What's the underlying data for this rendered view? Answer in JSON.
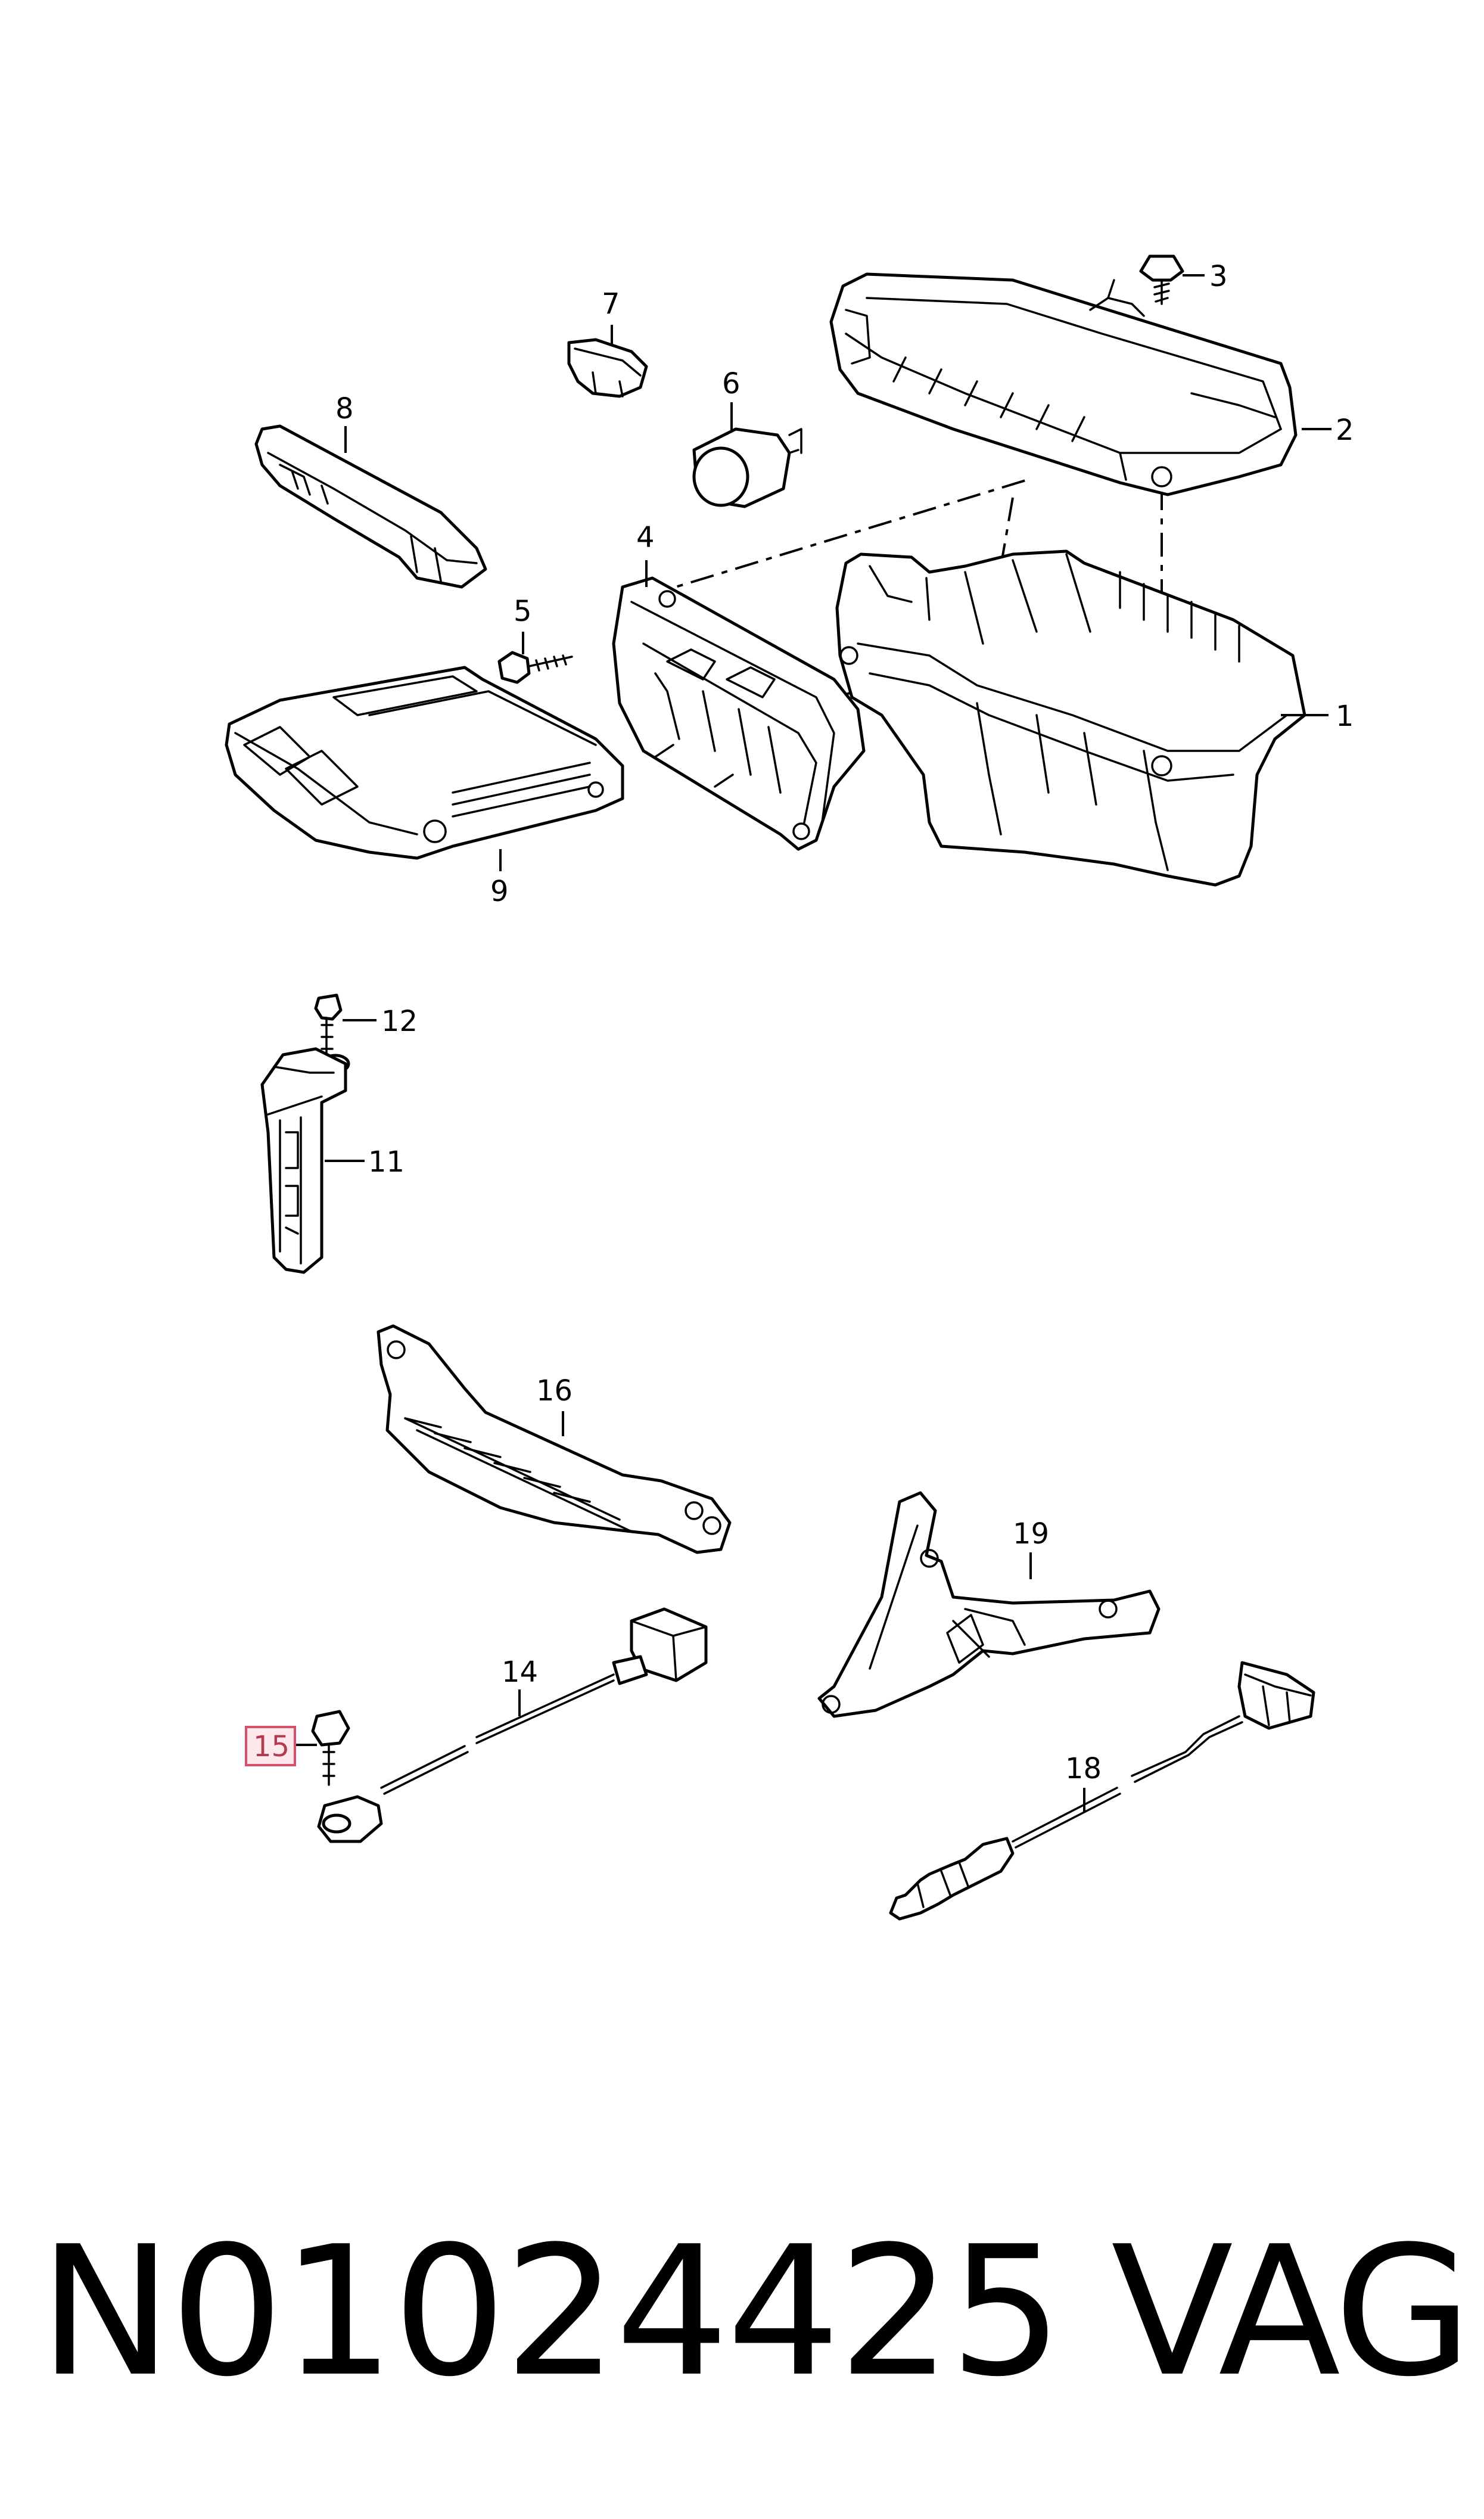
{
  "diagram": {
    "callouts": {
      "c1": "1",
      "c2": "2",
      "c3": "3",
      "c4": "4",
      "c5": "5",
      "c6": "6",
      "c7": "7",
      "c8": "8",
      "c9": "9",
      "c11": "11",
      "c12": "12",
      "c14": "14",
      "c15": "15",
      "c16": "16",
      "c18": "18",
      "c19": "19"
    },
    "highlighted_callout": "15"
  },
  "footer": {
    "part_number": "N01024425",
    "brand": "VAG"
  },
  "colors": {
    "line": "#000000",
    "background": "#ffffff",
    "highlight_fill": "#fde8ec",
    "highlight_border": "#d9506a"
  }
}
